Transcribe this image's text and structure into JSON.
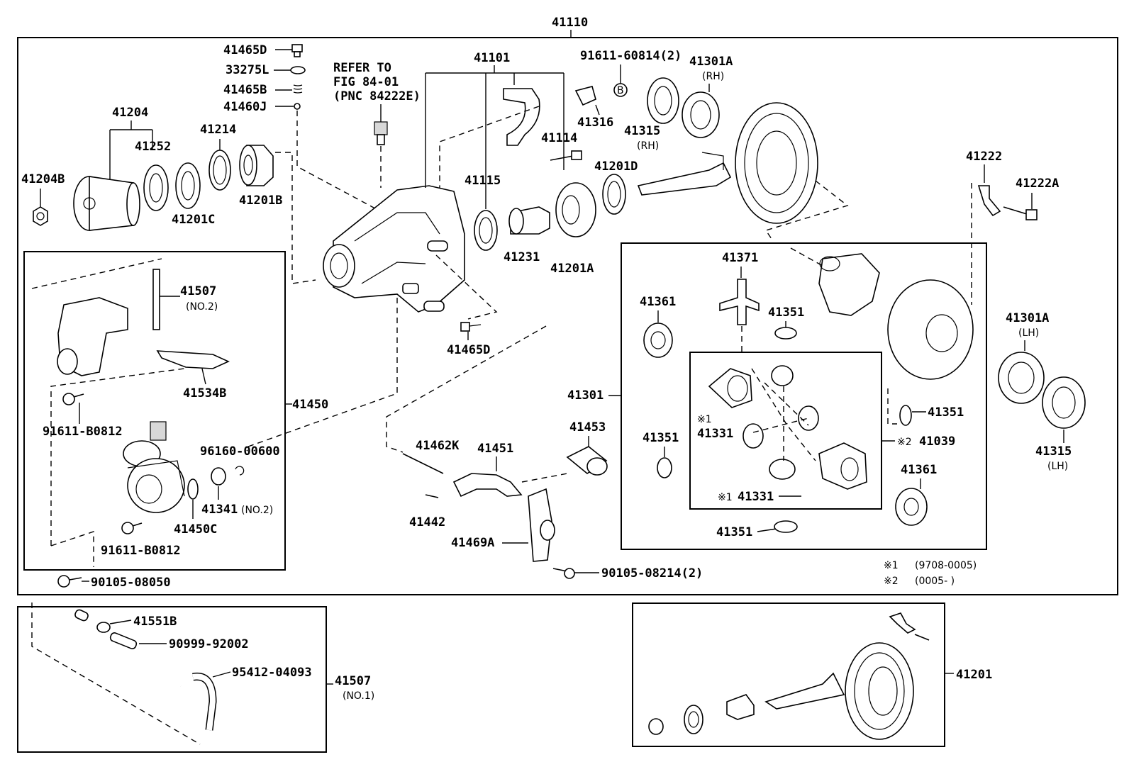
{
  "diagram": {
    "assembly_number": "41110",
    "labels": {
      "p41465D_top": "41465D",
      "p33275L": "33275L",
      "p41465B": "41465B",
      "p41460J": "41460J",
      "refer_line1": "REFER TO",
      "refer_line2": "FIG 84-01",
      "refer_line3": "(PNC 84222E)",
      "p41101": "41101",
      "p91611_60814": "91611-60814(2)",
      "p41301A_rh": "41301A",
      "rh1": "(RH)",
      "p41204": "41204",
      "p41214": "41214",
      "p41252": "41252",
      "p41204B": "41204B",
      "p41201C": "41201C",
      "p41201B": "41201B",
      "p41316": "41316",
      "p41114": "41114",
      "p41315_rh": "41315",
      "rh2": "(RH)",
      "p41201D": "41201D",
      "p41115": "41115",
      "p41231": "41231",
      "p41201A": "41201A",
      "p41222": "41222",
      "p41222A": "41222A",
      "p41507_no2": "41507",
      "no2_a": "(NO.2)",
      "p41534B": "41534B",
      "p41450": "41450",
      "p91611_B0812_a": "91611-B0812",
      "p96160_00600": "96160-00600",
      "p41341": "41341",
      "no2_b": "(NO.2)",
      "p41450C": "41450C",
      "p91611_B0812_b": "91611-B0812",
      "p90105_08050": "90105-08050",
      "p41465D_mid": "41465D",
      "p41462K": "41462K",
      "p41451": "41451",
      "p41453": "41453",
      "p41442": "41442",
      "p41469A": "41469A",
      "p90105_08214": "90105-08214(2)",
      "p41371": "41371",
      "p41361_a": "41361",
      "p41351_a": "41351",
      "p41301": "41301",
      "p41331_a": "41331",
      "p41351_b": "41351",
      "p41331_b": "41331",
      "p41351_c": "41351",
      "p41039": "41039",
      "p41361_b": "41361",
      "p41351_d": "41351",
      "p41301A_lh": "41301A",
      "lh1": "(LH)",
      "p41315_lh": "41315",
      "lh2": "(LH)",
      "p41551B": "41551B",
      "p90999_92002": "90999-92002",
      "p95412_04093": "95412-04093",
      "p41507_no1": "41507",
      "no1": "(NO.1)",
      "p41201": "41201",
      "mark1": "※1",
      "mark1b": "※1",
      "mark2": "※2",
      "bolt_b": "B"
    },
    "notes": [
      {
        "mark": "※1",
        "range": "(9708-0005)"
      },
      {
        "mark": "※2",
        "range": "(0005-      )"
      }
    ]
  }
}
